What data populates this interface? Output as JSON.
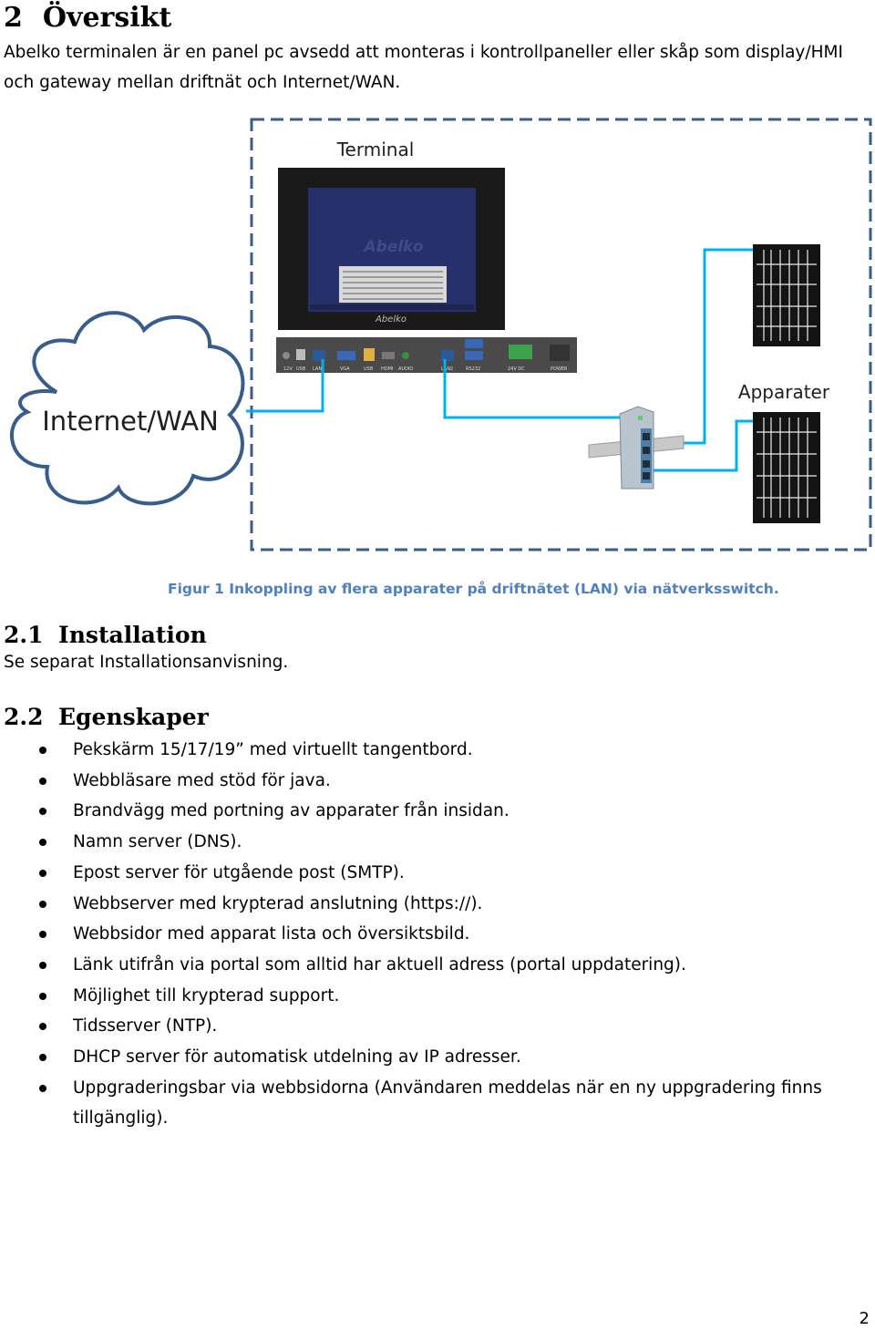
{
  "section": {
    "number": "2",
    "title": "Översikt",
    "intro": "Abelko terminalen är en panel pc avsedd att monteras i kontrollpaneller eller skåp som display/HMI och gateway mellan driftnät och Internet/WAN."
  },
  "figure": {
    "label_terminal": "Terminal",
    "label_cloud": "Internet/WAN",
    "label_devices": "Apparater",
    "brand": "Abelko",
    "ports": [
      "12V",
      "USB",
      "LAN1",
      "VGA",
      "USB",
      "HDMI",
      "AUDIO",
      "LAN2",
      "RS232",
      "24V DC",
      "POWER"
    ],
    "caption": "Figur 1 Inkoppling av flera apparater på driftnätet (LAN) via nätverksswitch.",
    "colors": {
      "frame": "#385d8a",
      "cable": "#00b0f0",
      "cloud": "#385d8a",
      "caption": "#4f81bd"
    }
  },
  "installation": {
    "number": "2.1",
    "title": "Installation",
    "text": "Se separat Installationsanvisning."
  },
  "features": {
    "number": "2.2",
    "title": "Egenskaper",
    "items": [
      "Pekskärm 15/17/19” med virtuellt tangentbord.",
      "Webbläsare med stöd för java.",
      "Brandvägg med portning av apparater från insidan.",
      "Namn server (DNS).",
      "Epost server för utgående post (SMTP).",
      "Webbserver med krypterad anslutning (https://).",
      "Webbsidor med apparat lista och översiktsbild.",
      "Länk utifrån via portal som alltid har aktuell adress (portal uppdatering).",
      "Möjlighet till krypterad support.",
      "Tidsserver (NTP).",
      "DHCP server för automatisk utdelning av IP adresser.",
      "Uppgraderingsbar via webbsidorna (Användaren meddelas när en ny uppgradering finns tillgänglig)."
    ]
  },
  "page_number": "2"
}
